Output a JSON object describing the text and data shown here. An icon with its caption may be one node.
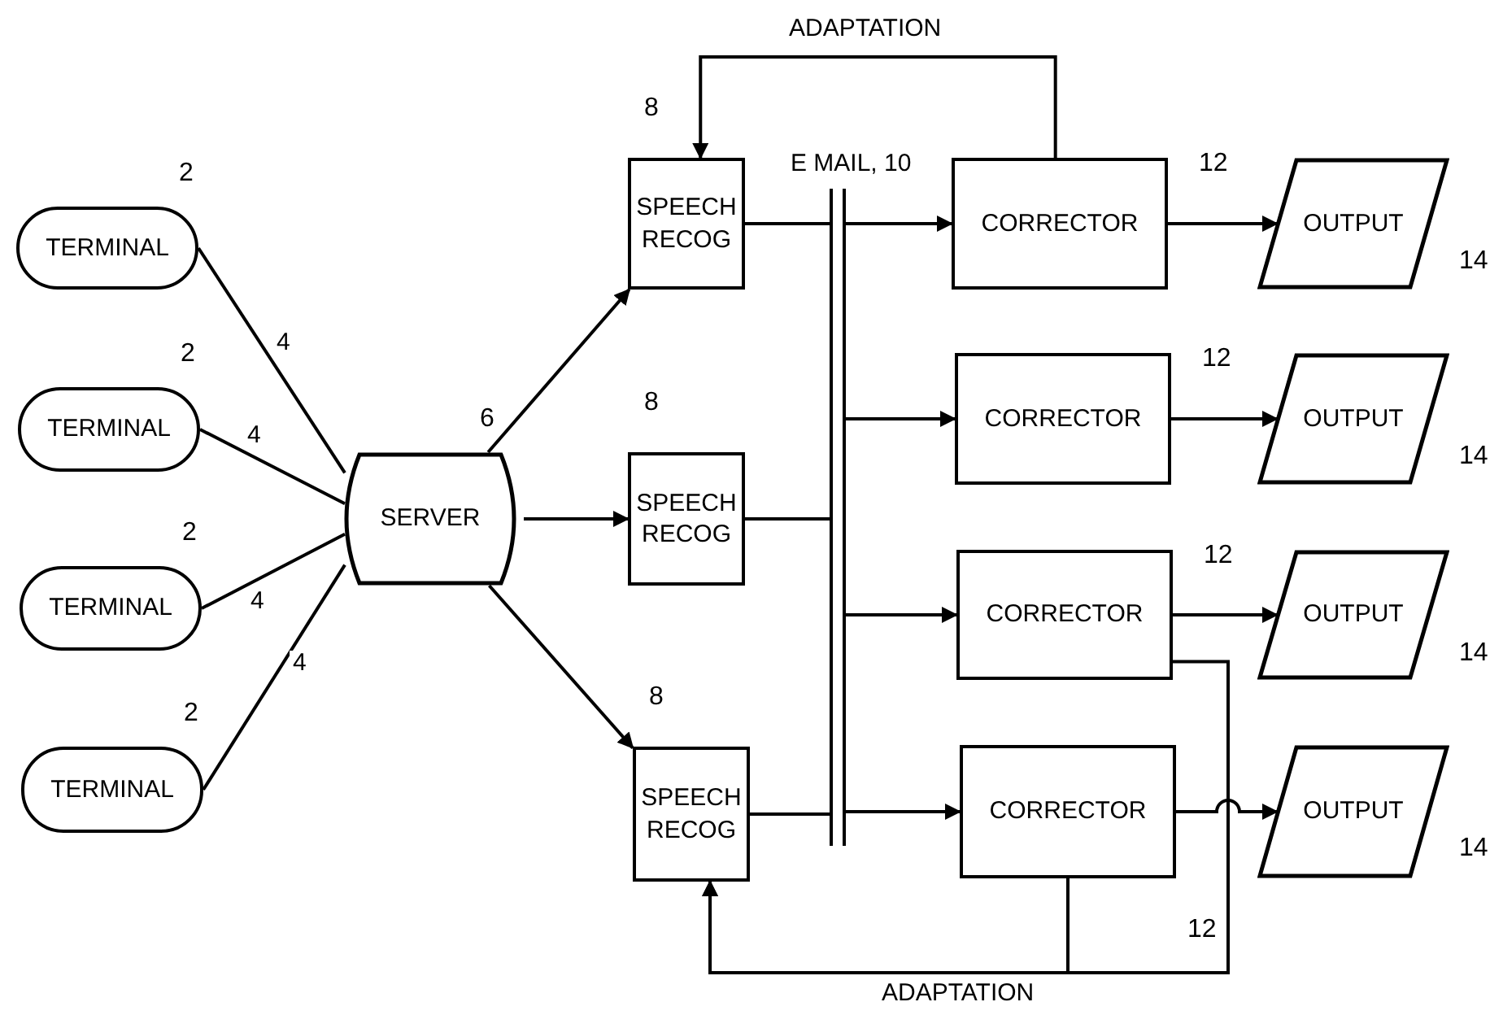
{
  "diagram": {
    "nodes": [
      {
        "text": [
          "TERMINAL"
        ],
        "beside": [
          "2"
        ]
      },
      {
        "text": [
          "TERMINAL"
        ],
        "beside": [
          "2"
        ]
      },
      {
        "text": [
          "TERMINAL"
        ],
        "beside": [
          "2"
        ]
      },
      {
        "text": [
          "TERMINAL"
        ],
        "beside": [
          "2"
        ]
      },
      {
        "text": [
          "SERVER"
        ],
        "beside": [
          "6"
        ]
      },
      {
        "text": [
          "SPEECH RECOG"
        ],
        "beside": [
          "8"
        ]
      },
      {
        "text": [
          "SPEECH RECOG"
        ],
        "beside": [
          "8"
        ]
      },
      {
        "text": [
          "SPEECH RECOG"
        ],
        "beside": [
          "8"
        ]
      },
      {
        "text": [
          "E MAIL, 10"
        ]
      },
      {
        "text": [
          "CORRECTOR"
        ],
        "beside": [
          "12"
        ]
      },
      {
        "text": [
          "CORRECTOR"
        ],
        "beside": [
          "12"
        ]
      },
      {
        "text": [
          "CORRECTOR"
        ],
        "beside": [
          "12"
        ]
      },
      {
        "text": [
          "CORRECTOR"
        ],
        "beside": [
          "12"
        ]
      },
      {
        "text": [
          "OUTPUT"
        ],
        "beside": [
          "14"
        ]
      },
      {
        "text": [
          "OUTPUT"
        ],
        "beside": [
          "14"
        ]
      },
      {
        "text": [
          "OUTPUT"
        ],
        "beside": [
          "14"
        ]
      },
      {
        "text": [
          "OUTPUT"
        ],
        "beside": [
          "14"
        ]
      }
    ],
    "edges": [
      {
        "from": 0,
        "to": 4,
        "arrow": "none",
        "label": "4"
      },
      {
        "from": 1,
        "to": 4,
        "arrow": "none",
        "label": "4"
      },
      {
        "from": 2,
        "to": 4,
        "arrow": "none",
        "label": "4"
      },
      {
        "from": 3,
        "to": 4,
        "arrow": "none",
        "label": "4"
      },
      {
        "from": 4,
        "to": 5,
        "arrow": "to"
      },
      {
        "from": 4,
        "to": 6,
        "arrow": "to"
      },
      {
        "from": 4,
        "to": 7,
        "arrow": "to"
      },
      {
        "from": 5,
        "to": 8,
        "arrow": "none"
      },
      {
        "from": 6,
        "to": 8,
        "arrow": "none"
      },
      {
        "from": 7,
        "to": 8,
        "arrow": "none"
      },
      {
        "from": 8,
        "to": 9,
        "arrow": "to"
      },
      {
        "from": 8,
        "to": 10,
        "arrow": "to"
      },
      {
        "from": 8,
        "to": 11,
        "arrow": "to"
      },
      {
        "from": 8,
        "to": 12,
        "arrow": "to"
      },
      {
        "from": 9,
        "to": 13,
        "arrow": "to"
      },
      {
        "from": 10,
        "to": 14,
        "arrow": "to"
      },
      {
        "from": 11,
        "to": 15,
        "arrow": "to"
      },
      {
        "from": 12,
        "to": 16,
        "arrow": "to"
      },
      {
        "from": 9,
        "to": 5,
        "arrow": "to",
        "label": "ADAPTATION"
      },
      {
        "from": 11,
        "to": 7,
        "arrow": "to"
      },
      {
        "from": 12,
        "to": 7,
        "arrow": "to",
        "label": "ADAPTATION"
      }
    ]
  }
}
